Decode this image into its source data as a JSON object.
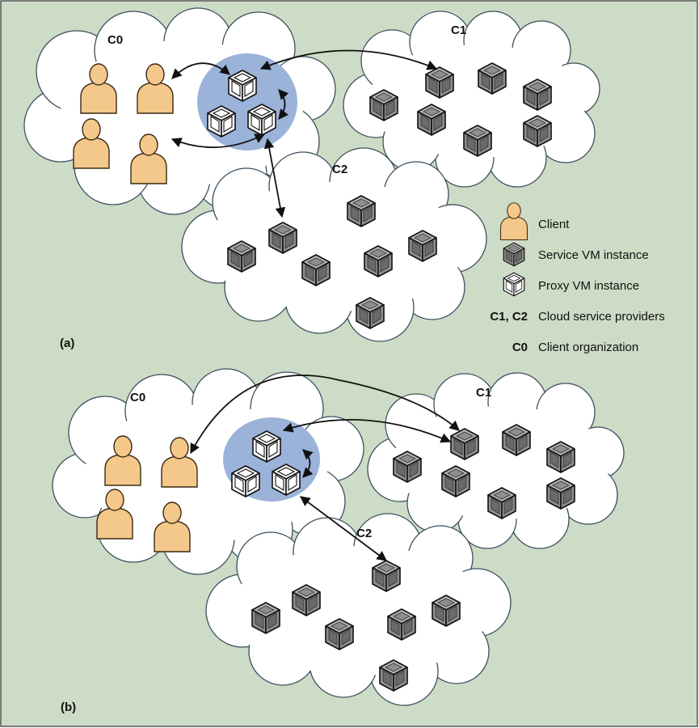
{
  "colors": {
    "background": "#cddcc6",
    "cloud_fill": "#ffffff",
    "cloud_stroke": "#3c4f5e",
    "proxy_zone": "#9bb2d9",
    "client_fill": "#f4c88a",
    "client_stroke": "#3a2a14",
    "service_vm_face": "#8f8f8f",
    "service_vm_top": "#a8a8a8",
    "proxy_vm_face": "#ffffff",
    "vm_stroke": "#111111"
  },
  "panel_a": {
    "label": "(a)",
    "clouds": {
      "c0": "C0",
      "c1": "C1",
      "c2": "C2"
    }
  },
  "panel_b": {
    "label": "(b)",
    "clouds": {
      "c0": "C0",
      "c1": "C1",
      "c2": "C2"
    }
  },
  "legend": {
    "items": [
      {
        "icon": "client-icon",
        "text": "Client"
      },
      {
        "icon": "service-vm-icon",
        "text": "Service VM instance"
      },
      {
        "icon": "proxy-vm-icon",
        "text": "Proxy VM instance"
      },
      {
        "key": "C1, C2",
        "text": "Cloud service  providers"
      },
      {
        "key": "C0",
        "text": "Client organization"
      }
    ]
  }
}
